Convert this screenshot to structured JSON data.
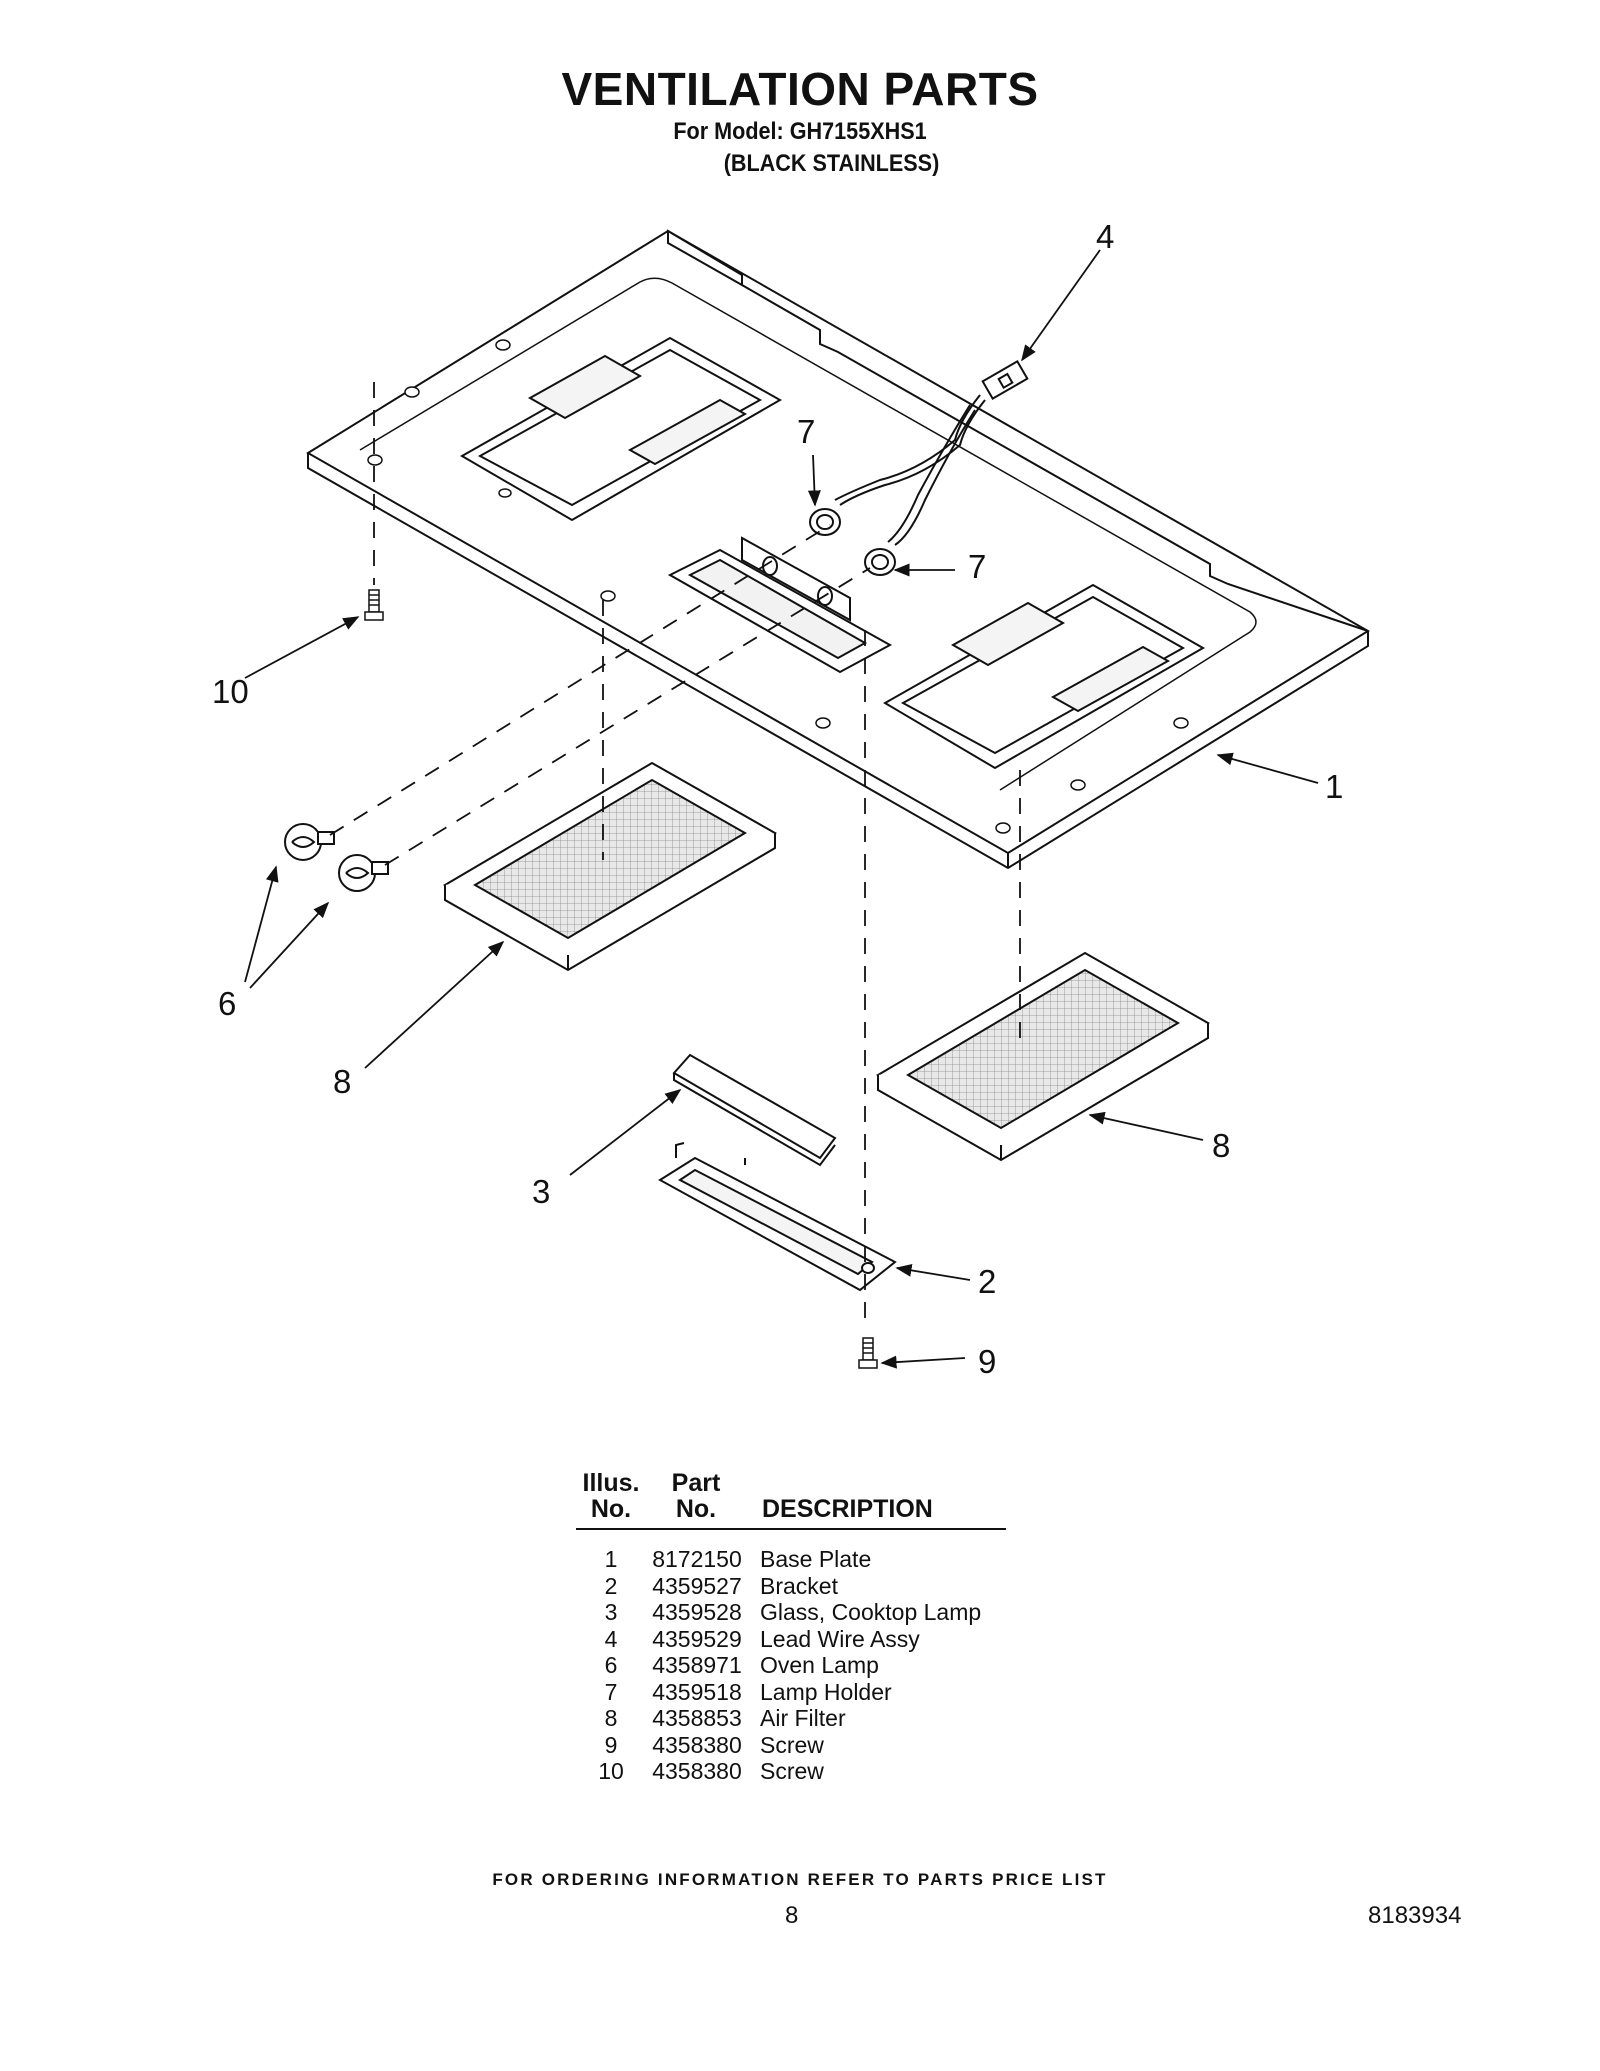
{
  "title": "VENTILATION PARTS",
  "subtitle_model": "For Model: GH7155XHS1",
  "subtitle_finish": "(BLACK STAINLESS)",
  "callouts": {
    "c1": "1",
    "c2": "2",
    "c3": "3",
    "c4": "4",
    "c6": "6",
    "c7a": "7",
    "c7b": "7",
    "c8a": "8",
    "c8b": "8",
    "c9": "9",
    "c10": "10"
  },
  "table": {
    "header": {
      "illus_line1": "Illus.",
      "illus_line2": "No.",
      "part_line1": "Part",
      "part_line2": "No.",
      "description": "DESCRIPTION"
    },
    "rows": [
      {
        "illus": "1",
        "part": "8172150",
        "desc": "Base Plate"
      },
      {
        "illus": "2",
        "part": "4359527",
        "desc": "Bracket"
      },
      {
        "illus": "3",
        "part": "4359528",
        "desc": "Glass, Cooktop Lamp"
      },
      {
        "illus": "4",
        "part": "4359529",
        "desc": "Lead Wire Assy"
      },
      {
        "illus": "6",
        "part": "4358971",
        "desc": "Oven Lamp"
      },
      {
        "illus": "7",
        "part": "4359518",
        "desc": "Lamp Holder"
      },
      {
        "illus": "8",
        "part": "4358853",
        "desc": "Air Filter"
      },
      {
        "illus": "9",
        "part": "4358380",
        "desc": "Screw"
      },
      {
        "illus": "10",
        "part": "4358380",
        "desc": "Screw"
      }
    ]
  },
  "footer": "FOR ORDERING INFORMATION REFER TO PARTS PRICE LIST",
  "page_number": "8",
  "document_number": "8183934"
}
